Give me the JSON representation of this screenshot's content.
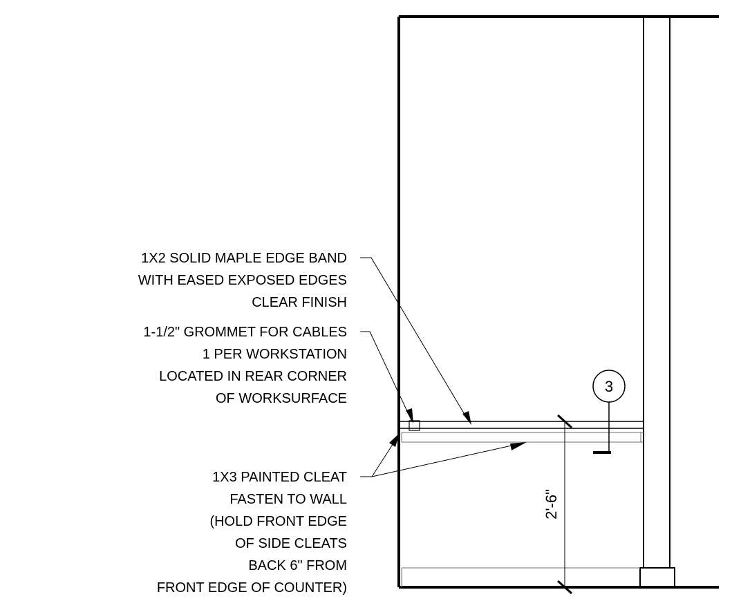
{
  "notes": {
    "edge_band": [
      "1X2 SOLID MAPLE EDGE BAND",
      "WITH EASED EXPOSED EDGES",
      "CLEAR FINISH"
    ],
    "grommet": [
      "1-1/2\" GROMMET FOR CABLES",
      "1 PER WORKSTATION",
      "LOCATED IN REAR CORNER",
      "OF WORKSURFACE"
    ],
    "cleat": [
      "1X3 PAINTED CLEAT",
      "FASTEN TO WALL",
      "(HOLD FRONT EDGE",
      "OF SIDE CLEATS",
      "BACK 6\" FROM",
      "FRONT EDGE OF COUNTER)"
    ]
  },
  "section_tag": "3",
  "dimension": "2'-6\"",
  "colors": {
    "line": "#000000",
    "thin_line": "#888888",
    "background": "#ffffff"
  }
}
